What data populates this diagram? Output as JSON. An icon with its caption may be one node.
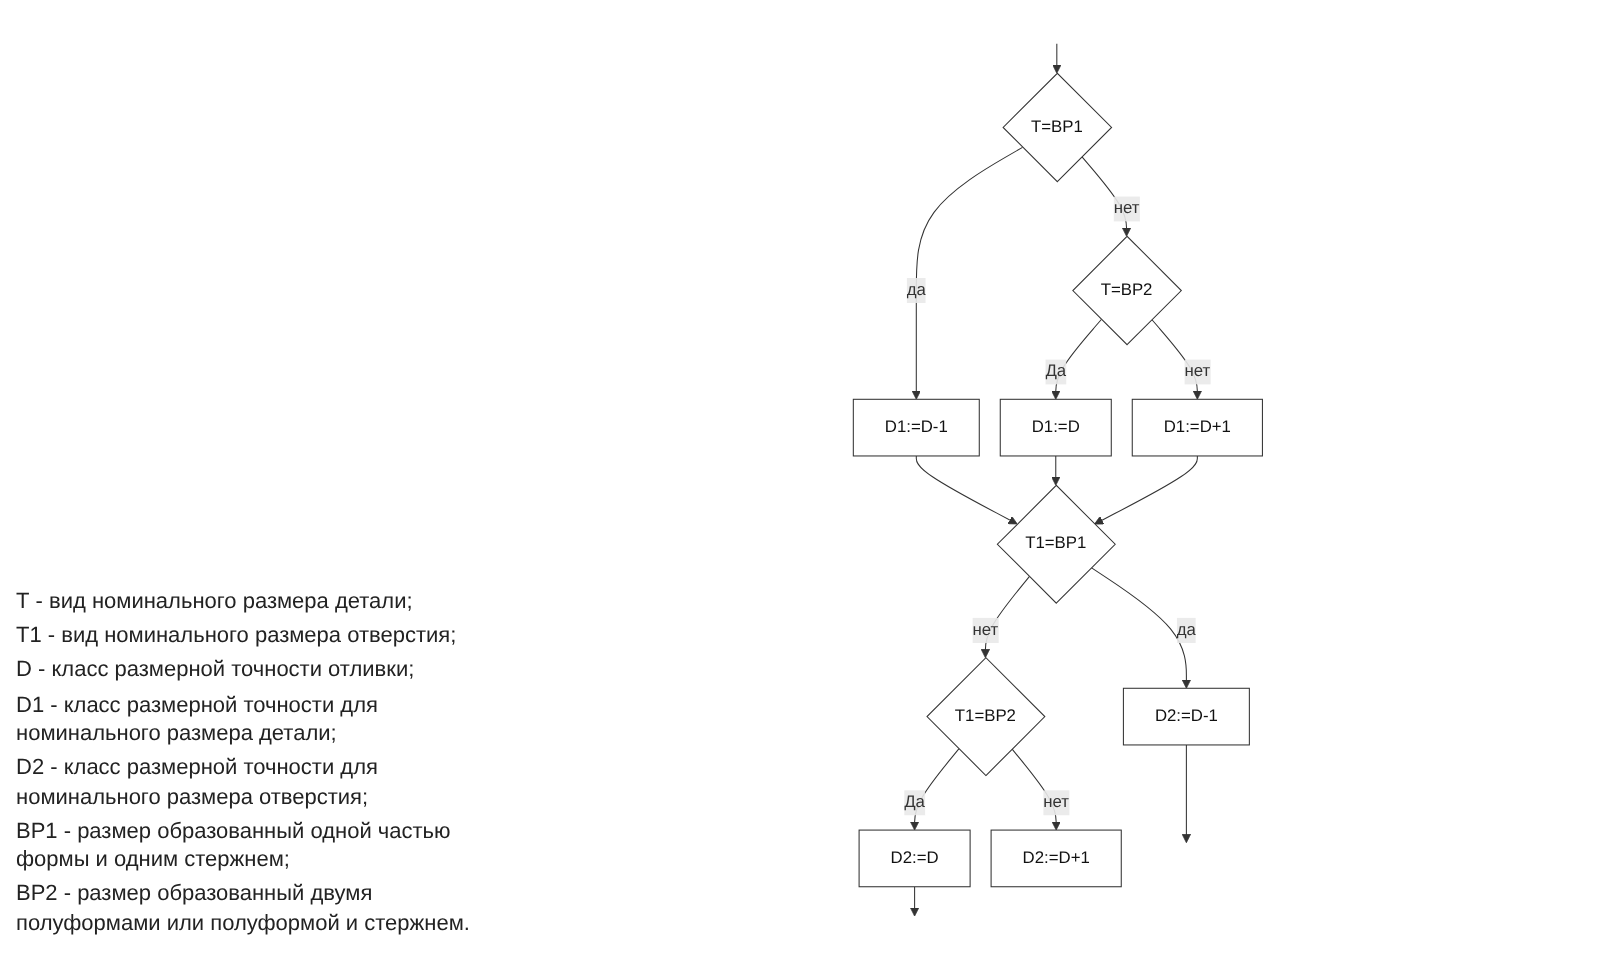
{
  "diagram": {
    "nodes": [
      {
        "text": [
          "T=ВР1"
        ]
      },
      {
        "text": [
          "D1:=D-1"
        ]
      },
      {
        "text": [
          "T=ВР2"
        ]
      },
      {
        "text": [
          "D1:=D"
        ]
      },
      {
        "text": [
          "D1:=D+1"
        ]
      },
      {
        "text": [
          "T1=ВР1"
        ]
      },
      {
        "text": [
          "D2:=D-1"
        ]
      },
      {
        "text": [
          "T1=ВР2"
        ]
      },
      {
        "text": [
          "D2:=D"
        ]
      },
      {
        "text": [
          "D2:=D+1"
        ]
      }
    ],
    "edges": [
      {
        "from": null,
        "to": 0,
        "arrow": "to"
      },
      {
        "from": 0,
        "to": 1,
        "arrow": "to",
        "label": "да"
      },
      {
        "from": 0,
        "to": 2,
        "arrow": "to",
        "label": "нет"
      },
      {
        "from": 2,
        "to": 3,
        "arrow": "to",
        "label": "Да"
      },
      {
        "from": 2,
        "to": 4,
        "arrow": "to",
        "label": "нет"
      },
      {
        "from": 1,
        "to": 5,
        "arrow": "to"
      },
      {
        "from": 3,
        "to": 5,
        "arrow": "to"
      },
      {
        "from": 4,
        "to": 5,
        "arrow": "to"
      },
      {
        "from": 5,
        "to": 6,
        "arrow": "to",
        "label": "да"
      },
      {
        "from": 5,
        "to": 7,
        "arrow": "to",
        "label": "нет"
      },
      {
        "from": 7,
        "to": 8,
        "arrow": "to",
        "label": "Да"
      },
      {
        "from": 7,
        "to": 9,
        "arrow": "to",
        "label": "нет"
      },
      {
        "from": 6,
        "to": null,
        "arrow": "to"
      },
      {
        "from": 8,
        "to": null,
        "arrow": "to"
      }
    ],
    "labels": [
      "Т - вид номинального размера детали;",
      "Т1 - вид номинального размера отверстия;",
      "D - класс размерной точности отливки;",
      "D1 - класс размерной точности для номинального размера детали;",
      "D2 - класс размерной точности для номинального размера отверстия;",
      "ВР1 - размер образованный одной частью формы и одним стержнем;",
      "ВР2 - размер образованный двумя полуформами или полуформой и стержнем."
    ]
  }
}
